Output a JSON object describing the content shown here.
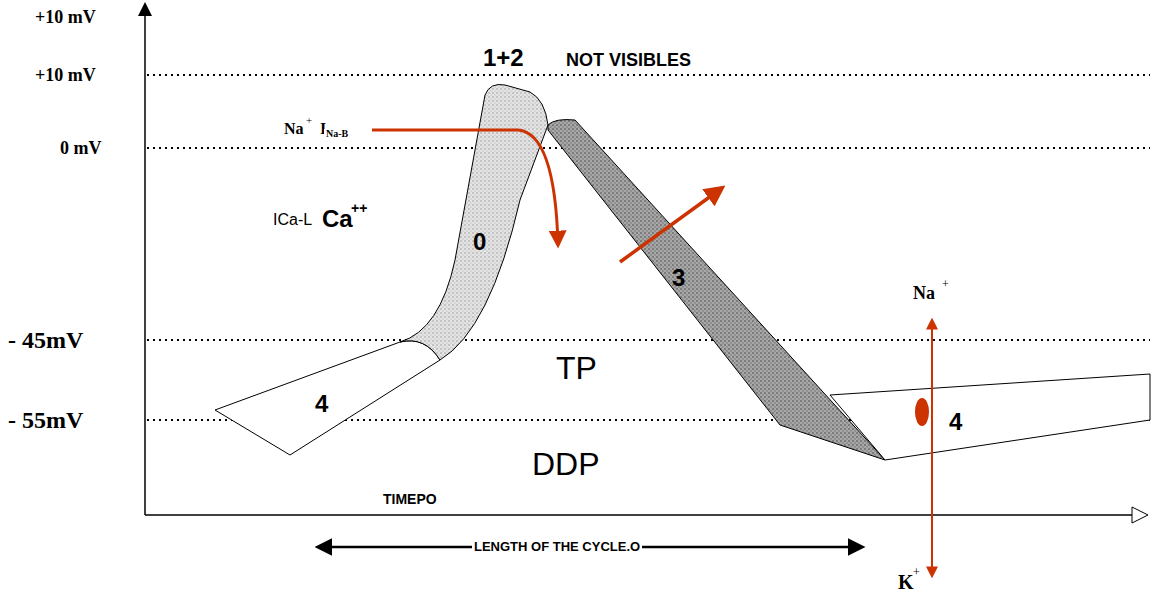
{
  "diagram": {
    "labels": [
      "+10 mV",
      "+10 mV",
      "0 mV",
      "- 45mV",
      "- 55mV",
      "1+2",
      "NOT VISIBLES",
      "Na",
      "+",
      "I",
      "Na-B",
      "ICa-L",
      "Ca",
      "++",
      "0",
      "3",
      "4",
      "4",
      "Na",
      "+",
      "K",
      "+",
      "TP",
      "DDP",
      "TIMEPO",
      "LENGTH OF THE CYCLE.O"
    ]
  }
}
